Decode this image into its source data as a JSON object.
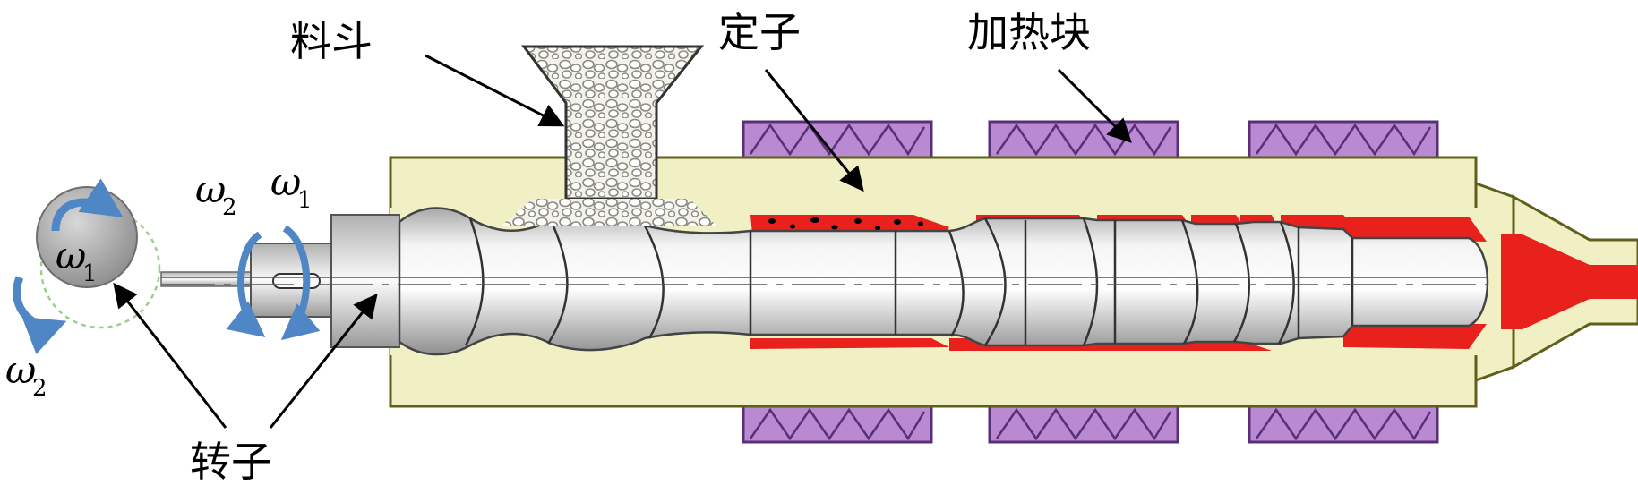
{
  "labels": {
    "hopper": "料斗",
    "stator": "定子",
    "heater": "加热块",
    "rotor": "转子"
  },
  "symbols": {
    "omega": "ω",
    "sub1": "1",
    "sub2": "2"
  },
  "colors": {
    "barrel": "#f0f0c4",
    "barrel_border": "#5f5f1a",
    "heater": "#b98ad1",
    "heater_border": "#5a2f7a",
    "melt": "#e8211c",
    "rotation_arrow": "#4f86c6",
    "end_disc": "#a9a9a9",
    "orbit_dashed": "#9bd08a"
  }
}
